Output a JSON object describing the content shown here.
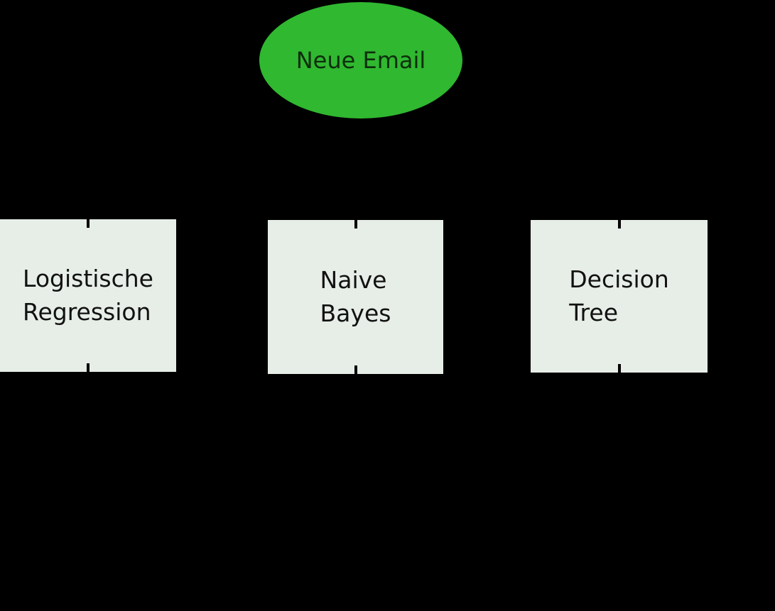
{
  "diagram": {
    "background_color": "#000000",
    "root_node": {
      "label": "Neue Email",
      "shape": "ellipse",
      "fill_color": "#30b830",
      "text_color": "#0d2e0d"
    },
    "nodes": [
      {
        "id": "logistische-regression",
        "lines": {
          "0": "Logistische",
          "1": "Regression"
        },
        "shape": "rectangle",
        "fill_color": "#e7ede7"
      },
      {
        "id": "naive-bayes",
        "lines": {
          "0": "Naive",
          "1": "Bayes"
        },
        "shape": "rectangle",
        "fill_color": "#e7ede7"
      },
      {
        "id": "decision-tree",
        "lines": {
          "0": "Decision",
          "1": "Tree"
        },
        "shape": "rectangle",
        "fill_color": "#e7ede7"
      }
    ]
  }
}
